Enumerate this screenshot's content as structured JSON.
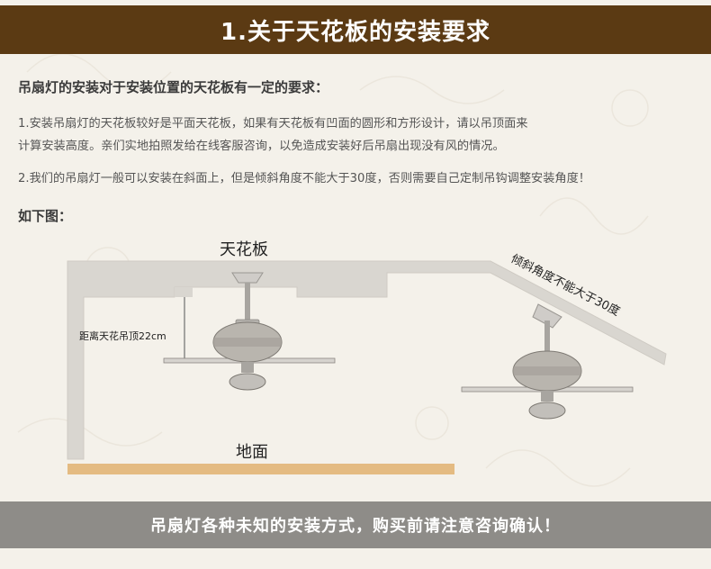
{
  "header": {
    "title": "1.关于天花板的安装要求"
  },
  "intro": "吊扇灯的安装对于安装位置的天花板有一定的要求：",
  "paragraphs": {
    "p1_line1": "1.安装吊扇灯的天花板较好是平面天花板，如果有天花板有凹面的圆形和方形设计，请以吊顶面来",
    "p1_line2": "计算安装高度。亲们实地拍照发给在线客服咨询，以免造成安装好后吊扇出现没有风的情况。",
    "p2": "2.我们的吊扇灯一般可以安装在斜面上，但是倾斜角度不能大于30度，否则需要自己定制吊钩调整安装角度！"
  },
  "below_label": "如下图：",
  "diagram": {
    "ceiling_label": "天花板",
    "distance_label": "距离天花吊顶22cm",
    "slope_label": "倾斜角度不能大于30度",
    "floor_label": "地面"
  },
  "footer": {
    "text": "吊扇灯各种未知的安装方式，购买前请注意咨询确认！"
  },
  "colors": {
    "header_bg": "#5b3a13",
    "footer_bg": "#8e8c88",
    "ceiling": "#d9d6d0",
    "floor": "#e4bb82",
    "background": "#f4f1ea"
  }
}
